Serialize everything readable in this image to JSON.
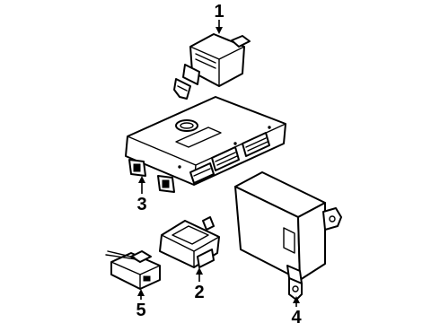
{
  "diagram": {
    "callouts": [
      {
        "id": "1",
        "label": "1"
      },
      {
        "id": "2",
        "label": "2"
      },
      {
        "id": "3",
        "label": "3"
      },
      {
        "id": "4",
        "label": "4"
      },
      {
        "id": "5",
        "label": "5"
      }
    ],
    "colors": {
      "ink": "#000000",
      "paper": "#ffffff"
    }
  }
}
